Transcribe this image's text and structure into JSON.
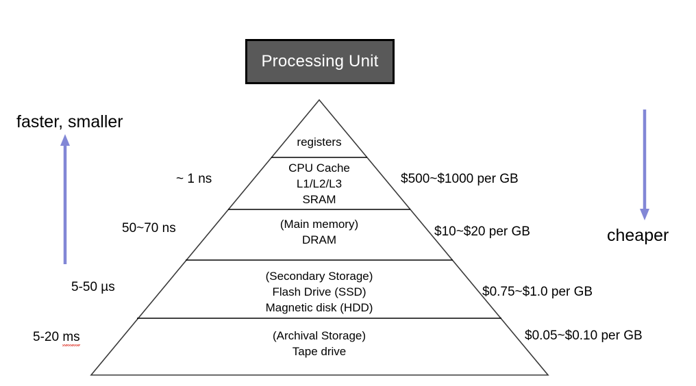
{
  "header": {
    "title": "Processing Unit",
    "box_fill": "#595959",
    "box_border": "#000000",
    "text_color": "#ffffff"
  },
  "axes": {
    "left_caption": "faster, smaller",
    "right_caption": "cheaper",
    "arrow_color": "#8287d6",
    "left_arrow_direction": "up",
    "right_arrow_direction": "down"
  },
  "pyramid": {
    "outline_color": "#3a3a3a",
    "fill": "#ffffff",
    "tiers": [
      {
        "name": "registers",
        "lines": [
          "registers"
        ],
        "latency": "~ 1 ns",
        "price": ""
      },
      {
        "name": "cpu-cache",
        "lines": [
          "CPU Cache",
          "L1/L2/L3",
          "SRAM"
        ],
        "latency": "~ 1 ns",
        "price": "$500~$1000 per GB"
      },
      {
        "name": "main-memory",
        "lines": [
          "(Main memory)",
          "DRAM"
        ],
        "latency": "50~70 ns",
        "price": "$10~$20 per GB"
      },
      {
        "name": "secondary-storage",
        "lines": [
          "(Secondary Storage)",
          "Flash Drive (SSD)",
          "Magnetic disk (HDD)"
        ],
        "latency": "5-50 µs",
        "price": "$0.75~$1.0 per GB"
      },
      {
        "name": "archival-storage",
        "lines": [
          "(Archival Storage)",
          "Tape drive"
        ],
        "latency_prefix": "5-20 ",
        "latency_suffix": "ms",
        "latency": "5-20 ms",
        "price": "$0.05~$0.10 per GB"
      }
    ]
  },
  "latency_labels": {
    "cache": "~ 1 ns",
    "dram": "50~70 ns",
    "secondary": "5-50 µs",
    "archival_prefix": "5-20 ",
    "archival_suffix": "ms"
  },
  "price_labels": {
    "cache": "$500~$1000 per GB",
    "dram": "$10~$20 per GB",
    "secondary": "$0.75~$1.0 per GB",
    "archival": "$0.05~$0.10 per GB"
  },
  "tier_text": {
    "registers": "registers",
    "cache_1": "CPU Cache",
    "cache_2": "L1/L2/L3",
    "cache_3": "SRAM",
    "dram_1": "(Main memory)",
    "dram_2": "DRAM",
    "secondary_1": "(Secondary Storage)",
    "secondary_2": "Flash Drive (SSD)",
    "secondary_3": "Magnetic disk (HDD)",
    "archival_1": "(Archival Storage)",
    "archival_2": "Tape drive"
  }
}
